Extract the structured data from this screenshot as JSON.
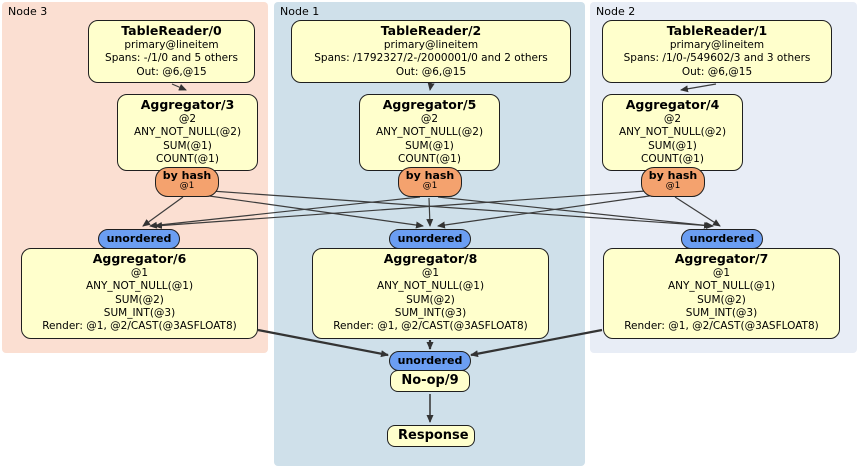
{
  "diagram": {
    "regions": {
      "node3": {
        "label": "Node 3",
        "color": "#fbdfd2"
      },
      "node1": {
        "label": "Node 1",
        "color": "#cfe0ea"
      },
      "node2": {
        "label": "Node 2",
        "color": "#e8edf6"
      }
    },
    "colors": {
      "processor_fill": "#ffffcc",
      "router_fill": "#f4a26e",
      "synchronizer_fill": "#6b9ef2",
      "edge": "#3c3c3c"
    },
    "processors": {
      "tablereader0": {
        "title": "TableReader/0",
        "lines": [
          "primary@lineitem",
          "Spans: -/1/0 and 5 others",
          "Out: @6,@15"
        ]
      },
      "tablereader2": {
        "title": "TableReader/2",
        "lines": [
          "primary@lineitem",
          "Spans: /1792327/2-/2000001/0 and 2 others",
          "Out: @6,@15"
        ]
      },
      "tablereader1": {
        "title": "TableReader/1",
        "lines": [
          "primary@lineitem",
          "Spans: /1/0-/549602/3 and 3 others",
          "Out: @6,@15"
        ]
      },
      "aggregator3": {
        "title": "Aggregator/3",
        "lines": [
          "@2",
          "ANY_NOT_NULL(@2)",
          "SUM(@1)",
          "COUNT(@1)"
        ]
      },
      "aggregator5": {
        "title": "Aggregator/5",
        "lines": [
          "@2",
          "ANY_NOT_NULL(@2)",
          "SUM(@1)",
          "COUNT(@1)"
        ]
      },
      "aggregator4": {
        "title": "Aggregator/4",
        "lines": [
          "@2",
          "ANY_NOT_NULL(@2)",
          "SUM(@1)",
          "COUNT(@1)"
        ]
      },
      "aggregator6": {
        "title": "Aggregator/6",
        "lines": [
          "@1",
          "ANY_NOT_NULL(@1)",
          "SUM(@2)",
          "SUM_INT(@3)",
          "Render: @1, @2/CAST(@3ASFLOAT8)"
        ]
      },
      "aggregator8": {
        "title": "Aggregator/8",
        "lines": [
          "@1",
          "ANY_NOT_NULL(@1)",
          "SUM(@2)",
          "SUM_INT(@3)",
          "Render: @1, @2/CAST(@3ASFLOAT8)"
        ]
      },
      "aggregator7": {
        "title": "Aggregator/7",
        "lines": [
          "@1",
          "ANY_NOT_NULL(@1)",
          "SUM(@2)",
          "SUM_INT(@3)",
          "Render: @1, @2/CAST(@3ASFLOAT8)"
        ]
      },
      "noop": {
        "title": "No-op/9"
      },
      "response": {
        "title": "Response"
      }
    },
    "routers": {
      "by_hash": {
        "label": "by hash",
        "stream": "@1"
      }
    },
    "synchronizers": {
      "unordered": {
        "label": "unordered"
      }
    }
  }
}
